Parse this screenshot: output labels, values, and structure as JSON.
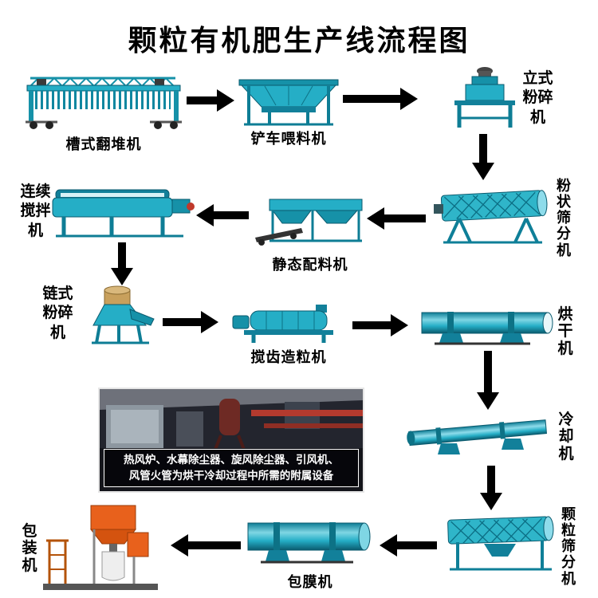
{
  "title": "颗粒有机肥生产线流程图",
  "machines": {
    "trough_turner": {
      "label": "槽式翻堆机"
    },
    "loader_feeder": {
      "label": "铲车喂料机"
    },
    "vertical_crusher": {
      "label": "立式粉碎机"
    },
    "powder_screener": {
      "label": "粉状筛分机"
    },
    "static_batcher": {
      "label": "静态配料机"
    },
    "continuous_mixer": {
      "label": "连续搅拌机"
    },
    "chain_crusher": {
      "label": "链式粉碎机"
    },
    "stirring_granulator": {
      "label": "搅齿造粒机"
    },
    "dryer": {
      "label": "烘干机"
    },
    "cooler": {
      "label": "冷却机"
    },
    "granule_screener": {
      "label": "颗粒筛分机"
    },
    "coating_machine": {
      "label": "包膜机"
    },
    "packing_machine": {
      "label": "包装机"
    }
  },
  "auxiliary_note": {
    "line1": "热风炉、水幕除尘器、旋风除尘器、引风机、",
    "line2": "风管火管为烘干冷却过程中所需的附属设备"
  },
  "flow_order": [
    "槽式翻堆机",
    "铲车喂料机",
    "立式粉碎机",
    "粉状筛分机",
    "静态配料机",
    "连续搅拌机",
    "链式粉碎机",
    "搅齿造粒机",
    "烘干机",
    "冷却机",
    "颗粒筛分机",
    "包膜机",
    "包装机"
  ],
  "colors": {
    "machine_primary": "#25aec6",
    "machine_dark": "#0e7d95",
    "arrow": "#000000",
    "packer_accent": "#e8611c",
    "background": "#ffffff"
  }
}
